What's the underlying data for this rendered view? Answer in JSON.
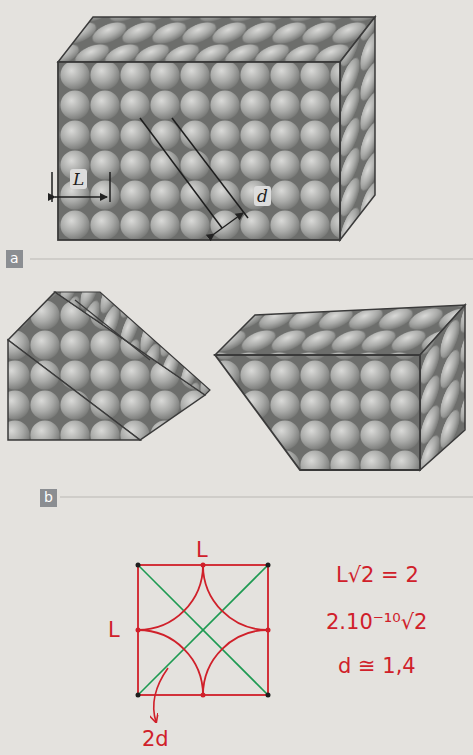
{
  "diagram": {
    "nodes": [
      {
        "text": [
          "a"
        ]
      },
      {
        "text": [
          "b"
        ]
      }
    ],
    "labels": [
      "L",
      "d",
      "L",
      "L",
      "2d",
      "L√2 = 2",
      "2.10⁻¹⁰√2",
      "d ≅ 1,4"
    ]
  }
}
